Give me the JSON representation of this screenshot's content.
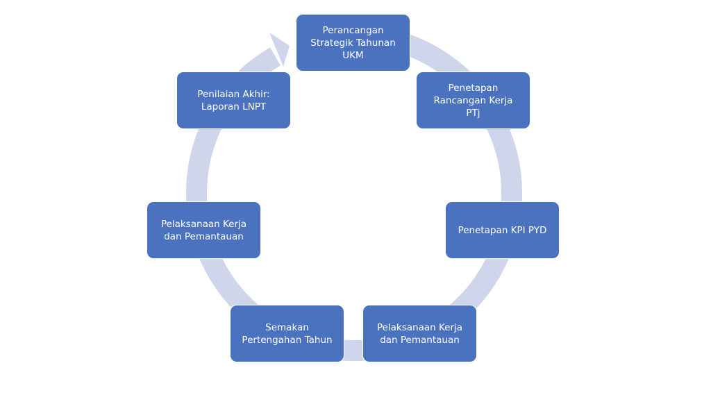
{
  "diagram": {
    "type": "cycle",
    "colors": {
      "node_fill": "#4a72bf",
      "node_text": "#ffffff",
      "ring": "#cfd5ea",
      "background": "#ffffff"
    },
    "nodes": [
      {
        "id": "n1",
        "label": "Perancangan\nStrategik Tahunan\nUKM"
      },
      {
        "id": "n2",
        "label": "Penetapan\nRancangan Kerja\nPTj"
      },
      {
        "id": "n3",
        "label": "Penetapan KPI PYD"
      },
      {
        "id": "n4",
        "label": "Pelaksanaan Kerja\ndan Pemantauan"
      },
      {
        "id": "n5",
        "label": "Semakan\nPertengahan Tahun"
      },
      {
        "id": "n6",
        "label": "Pelaksanaan Kerja\ndan Pemantauan"
      },
      {
        "id": "n7",
        "label": "Penilaian Akhir:\nLaporan LNPT"
      }
    ],
    "direction": "clockwise"
  }
}
